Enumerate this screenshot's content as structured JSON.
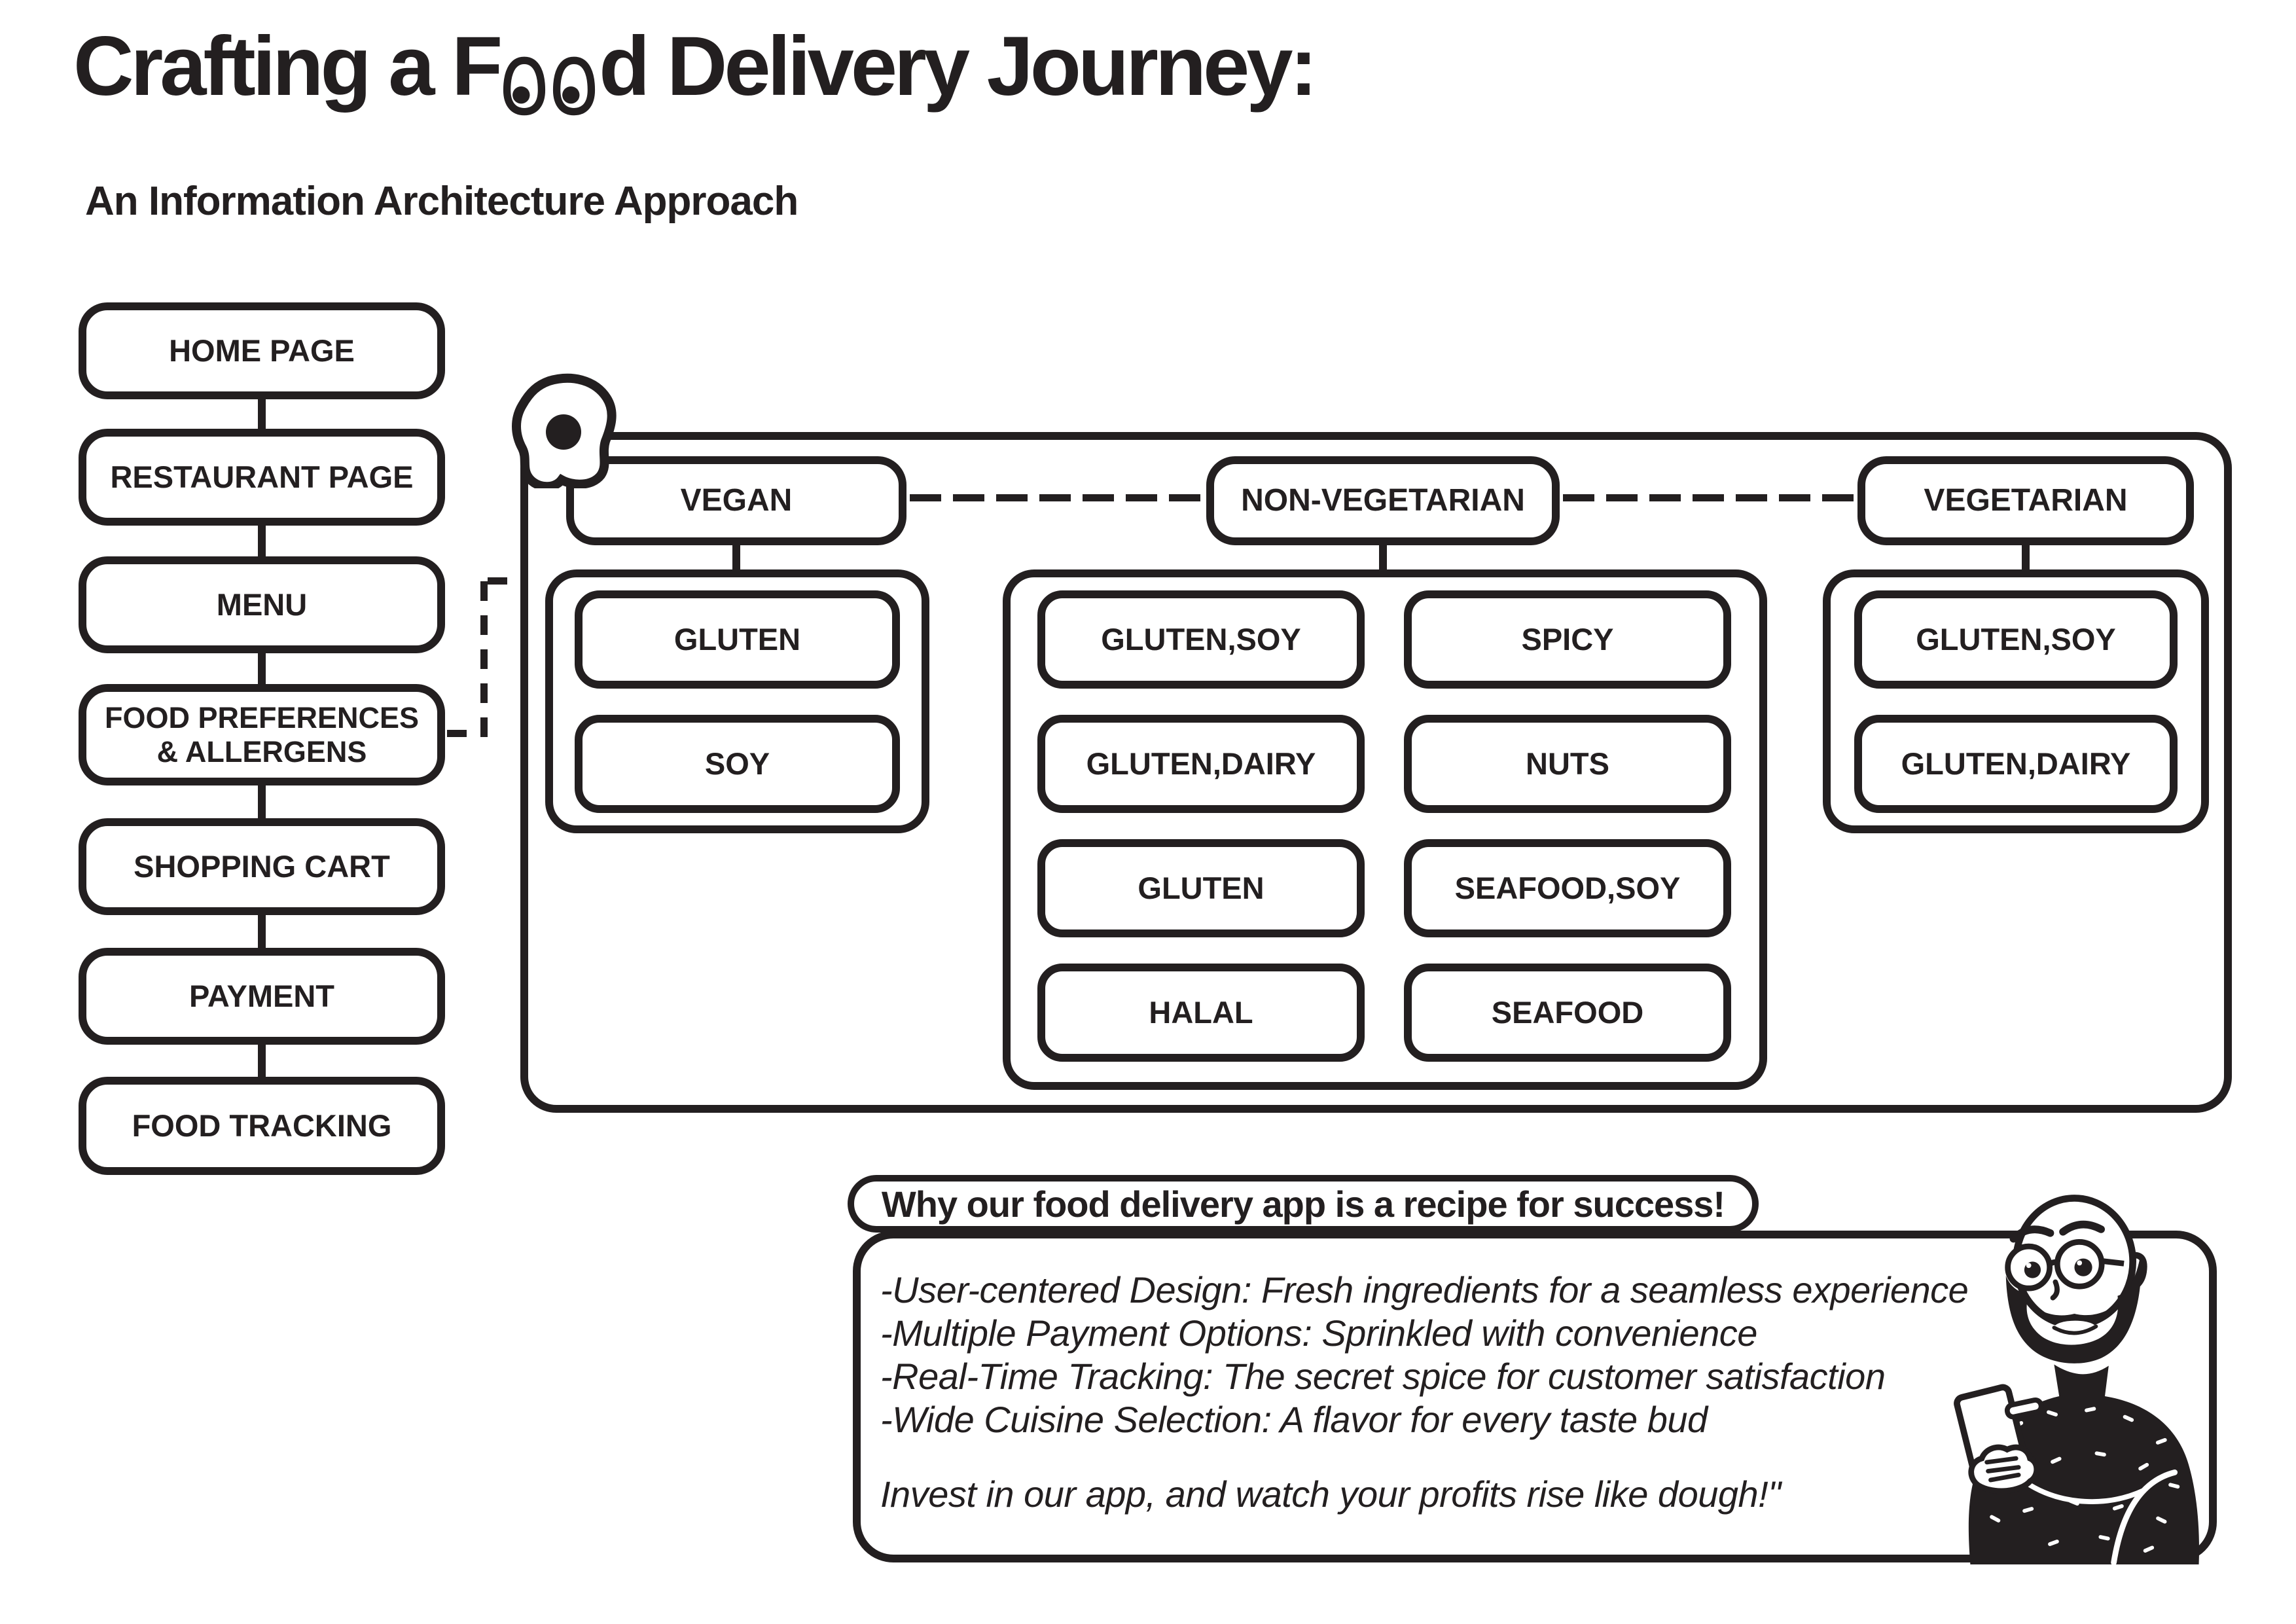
{
  "colors": {
    "ink": "#231f20",
    "paper": "#ffffff"
  },
  "header": {
    "title_prefix": "Crafting a F",
    "title_suffix": "d Delivery Journey:",
    "subtitle": "An Information Architecture Approach"
  },
  "flow": {
    "items": [
      {
        "label": "HOME PAGE"
      },
      {
        "label": "RESTAURANT PAGE"
      },
      {
        "label": "MENU"
      },
      {
        "label": "FOOD PREFERENCES & ALLERGENS"
      },
      {
        "label": "SHOPPING CART"
      },
      {
        "label": "PAYMENT"
      },
      {
        "label": "FOOD TRACKING"
      }
    ]
  },
  "diet_panel": {
    "corner_icon": "fried-egg-icon",
    "categories": [
      {
        "label": "VEGAN",
        "allergens": [
          {
            "label": "GLUTEN"
          },
          {
            "label": "SOY"
          }
        ]
      },
      {
        "label": "NON-VEGETARIAN",
        "allergens": [
          {
            "label": "GLUTEN,SOY"
          },
          {
            "label": "SPICY"
          },
          {
            "label": "GLUTEN,DAIRY"
          },
          {
            "label": "NUTS"
          },
          {
            "label": "GLUTEN"
          },
          {
            "label": "SEAFOOD,SOY"
          },
          {
            "label": "HALAL"
          },
          {
            "label": "SEAFOOD"
          }
        ]
      },
      {
        "label": "VEGETARIAN",
        "allergens": [
          {
            "label": "GLUTEN,SOY"
          },
          {
            "label": "GLUTEN,DAIRY"
          }
        ]
      }
    ]
  },
  "pitch": {
    "heading": "Why our food delivery app is a recipe for success!",
    "bullets": [
      "-User-centered Design: Fresh ingredients for a seamless experience",
      "-Multiple Payment Options: Sprinkled with convenience",
      "-Real-Time Tracking: The secret spice for customer satisfaction",
      "-Wide Cuisine Selection: A flavor for every taste bud"
    ],
    "closing": "Invest in our app, and watch your profits rise like dough!\"",
    "illustration": "man-with-phone"
  }
}
